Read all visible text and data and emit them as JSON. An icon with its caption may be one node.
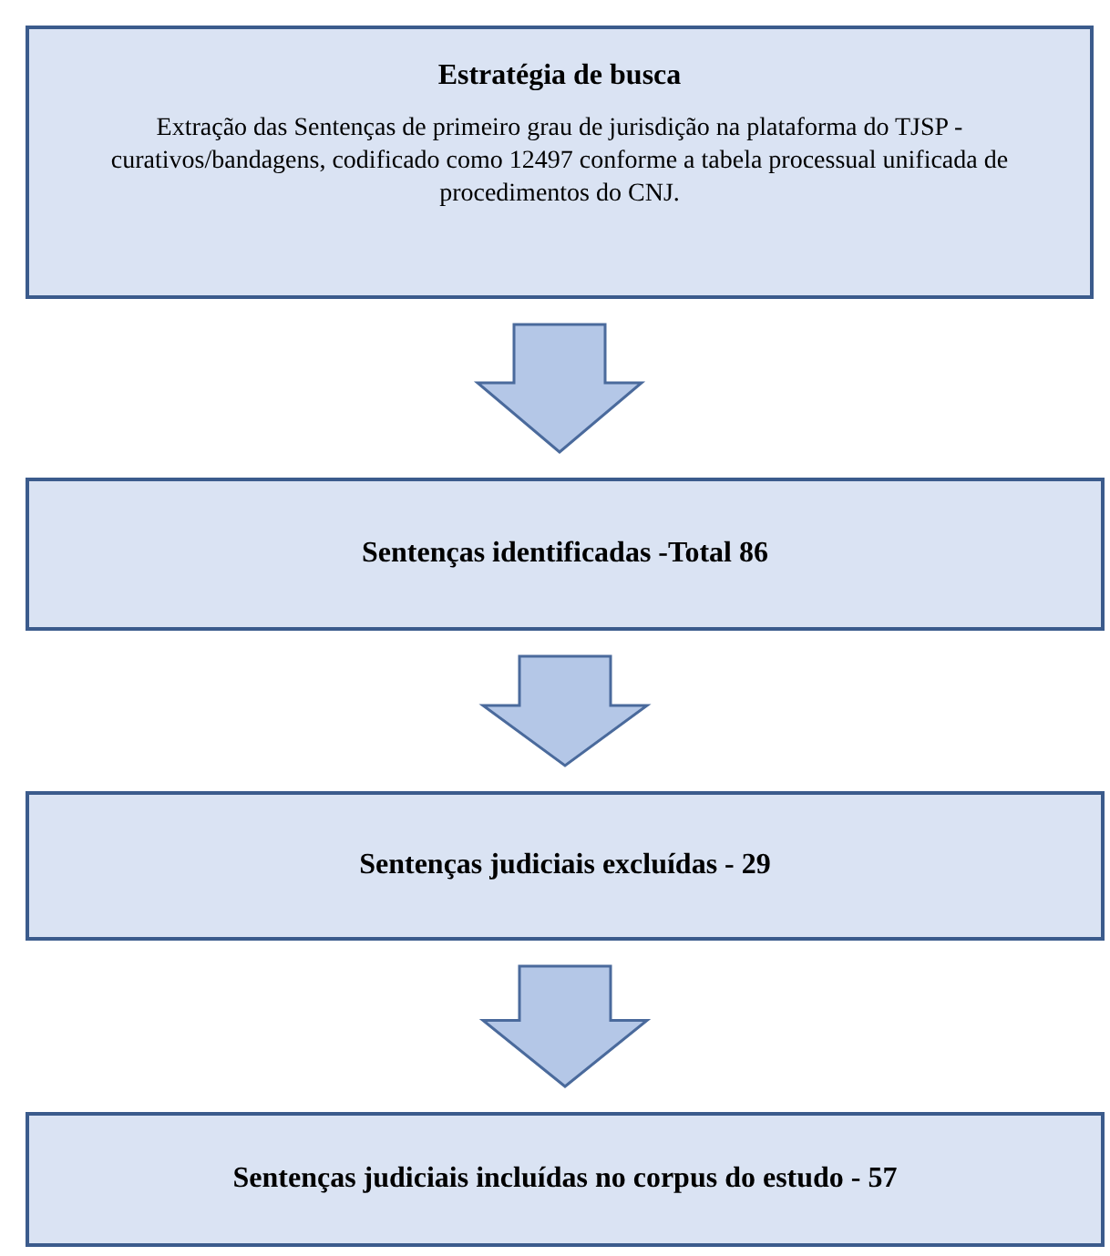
{
  "diagram": {
    "nodes": [
      {
        "text": [
          "Estratégia de busca",
          "Extração das Sentenças de primeiro grau de jurisdição na plataforma do TJSP - curativos/bandagens, codificado como 12497 conforme a tabela processual unificada de procedimentos do CNJ."
        ]
      },
      {
        "text": [
          "Sentenças identificadas -Total 86"
        ]
      },
      {
        "text": [
          "Sentenças judiciais excluídas - 29"
        ]
      },
      {
        "text": [
          "Sentenças judiciais incluídas no corpus do estudo - 57"
        ]
      }
    ],
    "edges": [
      {
        "from": 0,
        "to": 1,
        "arrow": "to"
      },
      {
        "from": 1,
        "to": 2,
        "arrow": "to"
      },
      {
        "from": 2,
        "to": 3,
        "arrow": "to"
      }
    ]
  }
}
